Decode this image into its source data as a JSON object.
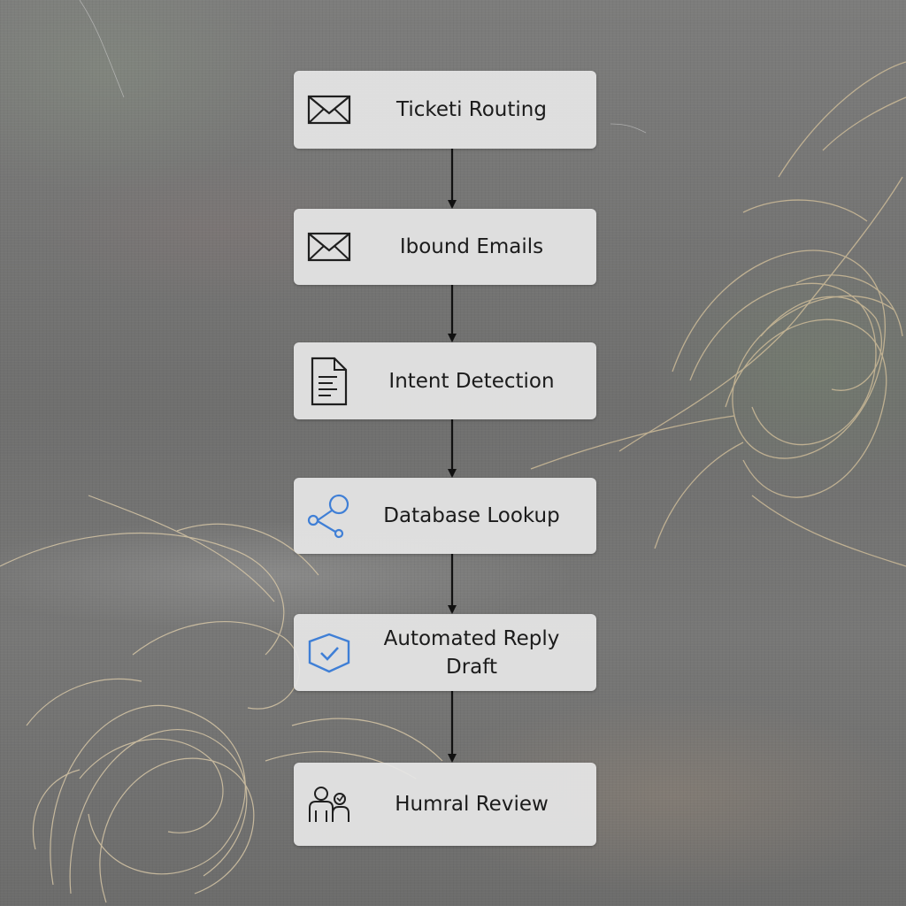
{
  "diagram": {
    "steps": [
      {
        "label": "Ticketi Routing",
        "icon": "envelope-icon"
      },
      {
        "label": "Ibound Emails",
        "icon": "envelope-icon"
      },
      {
        "label": "Intent Detection",
        "icon": "document-icon"
      },
      {
        "label": "Database Lookup",
        "icon": "share-nodes-icon"
      },
      {
        "label": "Automated Reply\nDraft",
        "icon": "shield-check-icon"
      },
      {
        "label": "Humral Review",
        "icon": "people-icon"
      }
    ],
    "colors": {
      "box": "#e6e6e6",
      "text": "#1b1b1b",
      "arrow": "#111111",
      "blue_icon": "#3f7fd6",
      "black_icon": "#1f1f1f"
    }
  }
}
